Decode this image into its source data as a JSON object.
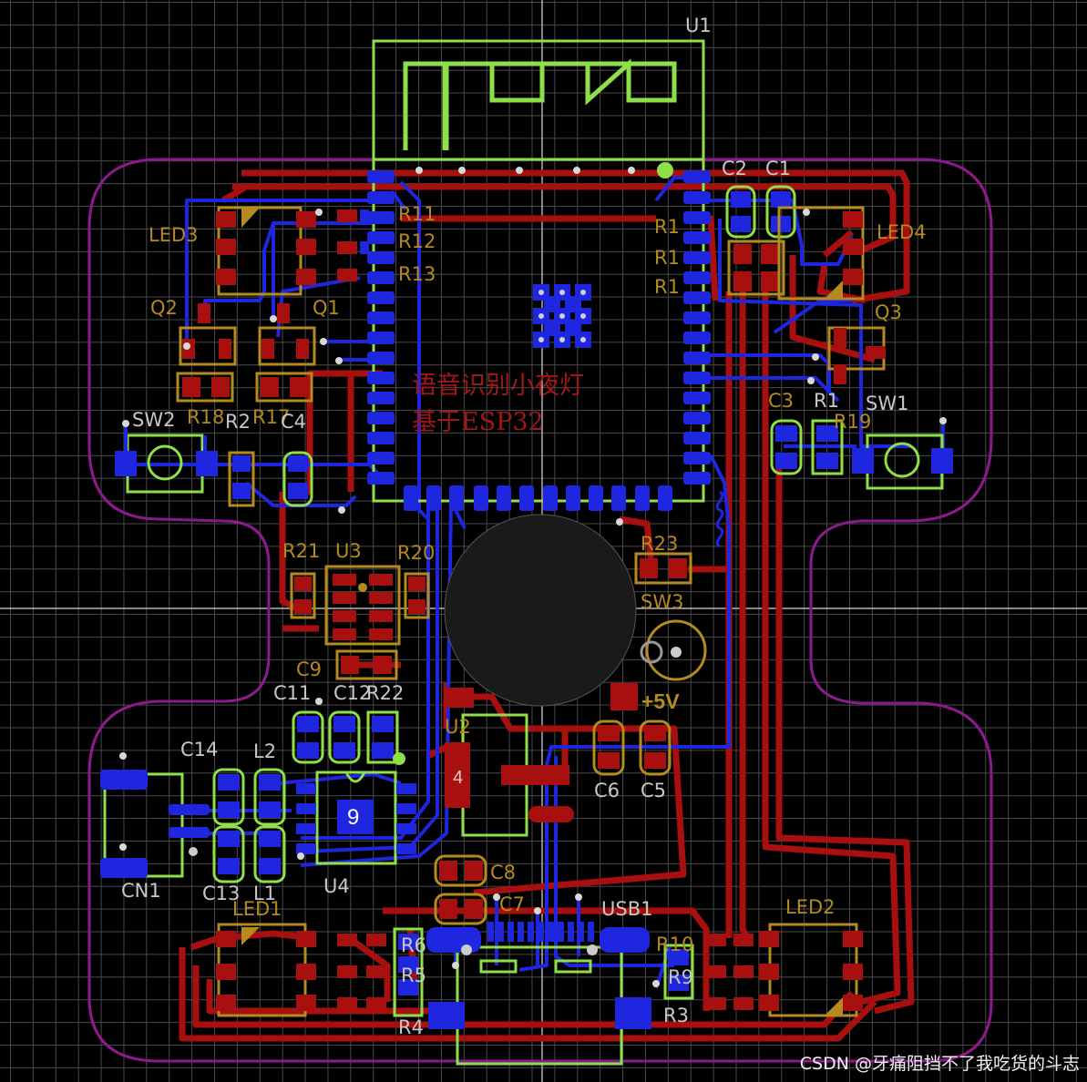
{
  "board": {
    "designators": {
      "u1": "U1",
      "led3": "LED3",
      "led4": "LED4",
      "led1": "LED1",
      "led2": "LED2",
      "q1": "Q1",
      "q2": "Q2",
      "q3": "Q3",
      "r11": "R11",
      "r12": "R12",
      "r13": "R13",
      "r1a": "R1",
      "r1b": "R1",
      "r1c": "R1",
      "r18": "R18",
      "r17": "R17",
      "r21": "R21",
      "r20": "R20",
      "r23": "R23",
      "r22": "R22",
      "r19": "R19",
      "r10": "R10",
      "r9": "R9",
      "r5": "R5",
      "r6": "R6",
      "c1": "C1",
      "c2": "C2",
      "c3": "C3",
      "c4": "C4",
      "c9": "C9",
      "c11": "C11",
      "c12": "C12",
      "c14": "C14",
      "c13": "C13",
      "c6": "C6",
      "c5": "C5",
      "c8": "C8",
      "c7": "C7",
      "l1": "L1",
      "l2": "L2",
      "u2": "U2",
      "u3": "U3",
      "u4": "U4",
      "sw1": "SW1",
      "sw2": "SW2",
      "sw3": "SW3",
      "cn1": "CN1",
      "usb1": "USB1",
      "r4": "R4",
      "r3": "R3",
      "r2": "R2",
      "r1": "R1"
    },
    "title_line1": "语音识别小夜灯",
    "title_line2": "基于ESP32",
    "power_label": "+5V",
    "pin_u4": "9",
    "pin_u2": "4",
    "colors": {
      "grid": "#4a4a4a",
      "outline": "#8c1a8c",
      "top_copper": "#a80f0f",
      "bottom_copper": "#1e26e0",
      "silkscreen": "#b58a1f",
      "component_outline": "#8ee04a"
    }
  },
  "watermark": "CSDN @牙痛阻挡不了我吃货的斗志"
}
